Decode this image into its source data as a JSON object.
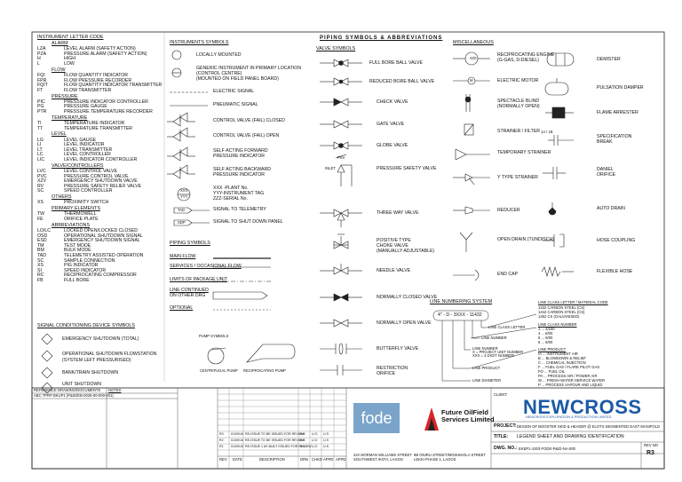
{
  "title": "PIPING SYMBOLS & ABBREVIATIONS",
  "instrument_letter_code": {
    "heading": "INSTRUMENT LETTER CODE",
    "groups": [
      {
        "name": "ALARM",
        "items": [
          [
            "LZA",
            "LEVEL ALARM (SAFETY ACTION)"
          ],
          [
            "PZA",
            "PRESSURE ALARM (SAFETY ACTION)"
          ],
          [
            "H",
            "HIGH"
          ],
          [
            "L",
            "LOW"
          ]
        ]
      },
      {
        "name": "FLOW",
        "items": [
          [
            "FQI",
            "FLOW QUANTITY INDICATOR"
          ],
          [
            "FPR",
            "FLOW PRESSURE RECORDER"
          ],
          [
            "FQIT",
            "FLOW QUANTITY INDICATOR TRANSMITTER"
          ],
          [
            "FT",
            "FLOW TRANSMITTER"
          ]
        ]
      },
      {
        "name": "PRESSURE",
        "items": [
          [
            "PIC",
            "PRESSURE INDICATOR CONTROLLER"
          ],
          [
            "PG",
            "PRESSURE GAUGE"
          ],
          [
            "PTR",
            "PRESSURE TEMPERATURE RECORDER"
          ]
        ]
      },
      {
        "name": "TEMPERATURE",
        "items": [
          [
            "TI",
            "TEMPERATURE INDICATOR"
          ],
          [
            "TT",
            "TEMPERATURE TRANSMITTER"
          ]
        ]
      },
      {
        "name": "LEVEL",
        "items": [
          [
            "LG",
            "LEVEL GAUGE"
          ],
          [
            "LI",
            "LEVEL INDICATOR"
          ],
          [
            "LT",
            "LEVEL TRANSMITTER"
          ],
          [
            "LC",
            "LEVEL CONTROLLER"
          ],
          [
            "LIC",
            "LEVEL INDICATOR CONTROLLER"
          ]
        ]
      },
      {
        "name": "VALVE/CONTROLLERS",
        "items": [
          [
            "LVC",
            "LEVEL CONTROL VALVE"
          ],
          [
            "PVC",
            "PRESSURE CONTROL VALVE"
          ],
          [
            "XZV",
            "EMERGENCY SHUTDOWN VALVE"
          ],
          [
            "RV",
            "PRESSURE SAFETY RELIEF VALVE"
          ],
          [
            "SC",
            "SPEED CONTROLLER"
          ]
        ]
      },
      {
        "name": "OTHERS",
        "items": [
          [
            "XS",
            "PROXIMITY SWITCH"
          ]
        ]
      },
      {
        "name": "PRIMARY ELEMENTS",
        "items": [
          [
            "TW",
            "THERMOWELL"
          ],
          [
            "FE",
            "ORIFICE PLATE"
          ]
        ]
      },
      {
        "name": "ABBREVIATIONS",
        "items": [
          [
            "LO/LC",
            "LOCKED OPEN/LOCKED CLOSED"
          ],
          [
            "OSD",
            "OPERATIONAL SHUTDOWN SIGNAL"
          ],
          [
            "ESD",
            "EMERGENCY SHUTDOWN SIGNAL"
          ],
          [
            "TM",
            "TEST MODE"
          ],
          [
            "BM",
            "BULK MODE"
          ],
          [
            "TAD",
            "TELEMETRY ASSISTED OPERATION"
          ],
          [
            "SC",
            "SAMPLE CONNECTION"
          ],
          [
            "XS",
            "PIG INDICATOR"
          ],
          [
            "SI",
            "SPEED INDICATOR"
          ],
          [
            "RC",
            "RECIPROCATING COMPRESSOR"
          ],
          [
            "FB",
            "FULL BORE"
          ]
        ]
      }
    ]
  },
  "signal_conditioning": {
    "heading": "SIGNAL CONDITIONING DEVICE SYMBOLS",
    "items": [
      "EMERGENCY SHUTDOWN (TOTAL)",
      "OPERATIONAL SHUTDOWN FLOWSTATION",
      "(SYSTEM LEFT PRESSURISED)",
      "BANK/TRAIN SHUTDOWN",
      "UNIT SHUTDOWN"
    ]
  },
  "instruments_symbols": {
    "heading": "INSTRUMENTS SYMBOLS",
    "items": [
      "LOCALLY MOUNTED",
      "GENERIC INSTRUMENT IN PRIMARY LOCATION",
      "(CONTROL CENTRE)",
      "(MOUNTED ON FIELD PANEL BOARD)",
      "ELECTRIC SIGNAL",
      "PNEUMATIC SIGNAL",
      "CONTROL VALVE (FAIL) CLOSED",
      "CONTROL VALVE (FAIL) OPEN",
      "SELF ACTING FORWARD",
      "PRESSURE INDICATOR",
      "SELF ACTING BACKWARD",
      "PRESSURE INDICATOR",
      "XXX -PLANT No.",
      "YYY-INSTRUMENT TAG",
      "ZZZ-SERIAL No.",
      "SIGNAL TO TELEMETRY",
      "SIGNAL TO SHUT DOWN PANEL"
    ],
    "tags": [
      "TAD",
      "SDP",
      "XXX",
      "YYY",
      "ZZZ"
    ]
  },
  "piping_symbols": {
    "heading": "PIPING SYMBOLS",
    "items": [
      "MAIN FLOW",
      "SERVICES / OCCASIONAL FLOW",
      "LIMITS OF PACKAGE UNIT",
      "LINE CONTINUED",
      "ON OTHER DRG",
      "OPTIONAL"
    ],
    "pump_heading": "PUMP SYMBOLS",
    "pump_labels": [
      "CENTRIFUGAL PUMP",
      "RECIPROCATING PUMP"
    ]
  },
  "valve_symbols": {
    "heading": "VALVE SYMBOLS",
    "items": [
      "FULL BORE BALL VALVE",
      "REDUCED BORE BALL VALVE",
      "CHECK VALVE",
      "GATE VALVE",
      "GLOBE VALVE",
      "PRESSURE SAFETY VALVE",
      "THREE WAY VALVE",
      "POSITIVE TYPE",
      "CHOKE VALVE",
      "(MANUALLY ADJUSTABLE)",
      "NEEDLE VALVE",
      "NORMALLY CLOSED VALVE",
      "NORMALLY OPEN VALVE",
      "BUTTERFLY VALVE",
      "RESTRICTION",
      "ORIFICE"
    ],
    "psv_tags": [
      "INLET",
      "PSV"
    ]
  },
  "miscellaneous": {
    "heading": "MISCELLANEOUS",
    "left": [
      "RECIPROCATING ENGINE",
      "(G-GAS, D-DIESEL)",
      "ELECTRIC MOTOR",
      "SPECTACLE BLIND",
      "(NORMALLY OPEN)",
      "STRAINER / FILTER",
      "TEMPORARY STRAINER",
      "Y TYPE STRAINER",
      "REDUCER",
      "OPEN DRAIN (TUNDISCH)",
      "END CAP"
    ],
    "right": [
      "DEMISTER",
      "PULSATION DAMPER",
      "FLAME ARRESTER",
      "SPECIFICATION",
      "BREAK",
      "DANIEL",
      "ORIFICE",
      "AUTO DRAIN",
      "HOSE COUPLING",
      "FLEXIBLE HOSE"
    ],
    "tags": [
      "M",
      "G/D",
      "1A/1B",
      "1A / 1B"
    ]
  },
  "line_numbering": {
    "heading": "LINE NUMBERING SYSTEM",
    "code": "4\" - D - 3XXX - 11432",
    "labels": [
      "LINE CLASS LETTER",
      "LINE NUMBER",
      "LINE NUMBER",
      "X = PROJECT UNIT NUMBER",
      "XXX = 3 DIGIT NUMBER",
      "LINE PRODUCT",
      "LINE DIAMETER"
    ],
    "class_heading": "LINE CLASS LETTER / MATERIAL CODE",
    "class_items": [
      "1432 CARBON STEEL (CS)",
      "1442 CARBON STEEL (CS)",
      "1452 CS (GALVANISED)"
    ],
    "class_number_heading": "LINE CLASS NUMBER",
    "class_numbers": [
      "1 ... 4/150",
      "4 ... 6/00",
      "5 ... 6/00",
      "6 ... 6/00"
    ],
    "product_heading": "LINE PRODUCT",
    "products": [
      "IA ... INSTRUMENT AIR",
      "B ... BLOWDOWN & RELIEF",
      "C ... CHEMICAL INJECTION",
      "F ... FUEL GAS / FLARE PILOT GAS",
      "FO ... FUEL OIL",
      "PA ... PROCESS AIR / POWER AIR",
      "W ... FRESH WATER SERVICE WATER",
      "P ... PROCESS VAPOUR AND LIQUID"
    ]
  },
  "title_block": {
    "ref_heading": "REFERENCE DRAWING/DOCUMENTS",
    "ref_item": "ABC TPRP BKUP1 (P&ID/EB-0028-00-000-001)",
    "notes_heading": "NOTES",
    "revisions": [
      [
        "R3",
        "01/09/16",
        "RE-ISSUE TO BE ISSUED FOR REVIEW",
        "K.K",
        "U.O",
        "U.S"
      ],
      [
        "R2",
        "01/09/16",
        "RE-ISSUE TO BE ISSUED FOR REVIEW",
        "K.K",
        "U.O",
        "U.S"
      ],
      [
        "R1",
        "01/09/16",
        "RE-ISSUE 1 AS BUILT ISSUED FOR REVIEW",
        "K.K",
        "U.O",
        "U.S"
      ]
    ],
    "rev_headers": [
      "REV",
      "DATE",
      "DESCRIPTION",
      "DRN",
      "CHKD",
      "APPD",
      "APPD"
    ],
    "fode_logo": "fode",
    "fode_address": [
      "42A NORMAN WILLIAMS STREET",
      "SOUTHWEST IKOYI, LAGOS"
    ],
    "ff_logo_1": "Future OilField",
    "ff_logo_2": "Services Limited",
    "ff_address": [
      "9B ONIRU STREET/MOSHIKOLA STREET",
      "LEKKI PHASE 1, LAGOS"
    ],
    "client_label": "CLIENT:",
    "client_logo": "NEWCROSS",
    "client_sub": "NEWCROSS EXPLORATION & PRODUCTION LIMITED",
    "project_label": "PROJECT:",
    "project_value": "DESIGN OF BOOSTER SKID & HEADER @ ELOTS SEGMENTED EAST MANIFOLD",
    "title_label": "TITLE:",
    "title_value": "LEGEND SHEET AND DRAWING IDENTIFICATION",
    "dwg_label": "DWG. NO.:",
    "dwg_value": "EKEP1-1003-FODE-P&ID-NA-000",
    "rev_label": "REV NO",
    "rev_value": "R3"
  }
}
